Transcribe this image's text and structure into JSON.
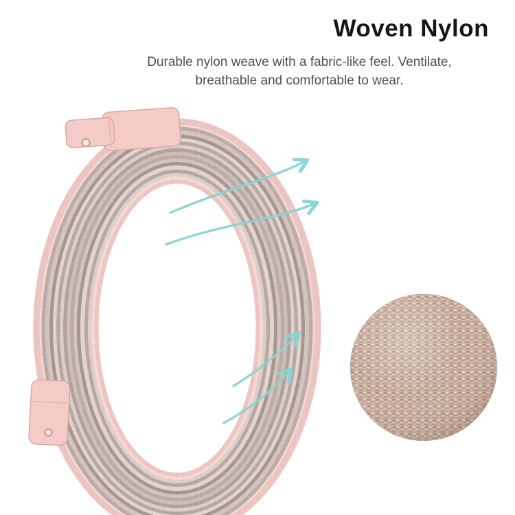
{
  "title": "Woven Nylon",
  "description": {
    "line1": "Durable nylon weave with a fabric-like feel. Ventilate,",
    "line2": "breathable and comfortable to wear."
  },
  "colors": {
    "background": "#ffffff",
    "title_text": "#161616",
    "description_text": "#4f4f4f",
    "band_trim_pink": "#edc5c0",
    "band_weave_gray": "#c2b1ab",
    "connector_pink": "#f5cbc7",
    "airflow_arrow_teal": "#8bd3d3",
    "texture_detail_tan": "#c9b0a0"
  },
  "icons": {
    "airflow-arrow-icon": "curved teal arrow indicating breathability",
    "fabric-texture-zoom": "magnified circular swatch of woven nylon"
  }
}
